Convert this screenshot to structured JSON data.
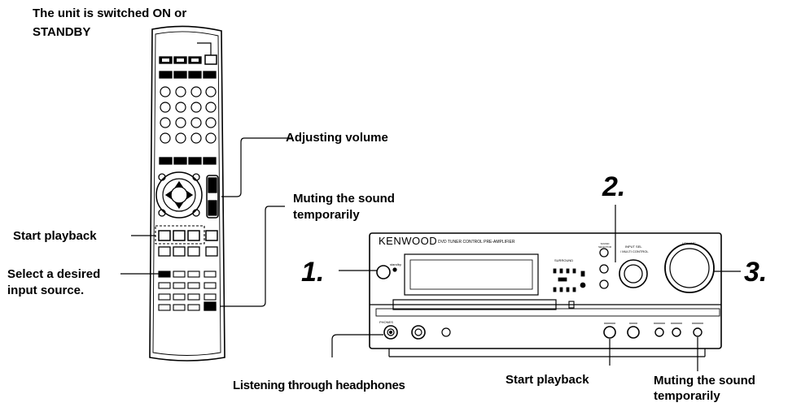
{
  "callouts": {
    "power_line1": "The unit is switched ON or",
    "power_line2": "STANDBY",
    "volume": "Adjusting volume",
    "mute_remote_line1": "Muting the sound",
    "mute_remote_line2": "temporarily",
    "play_remote": "Start playback",
    "input_line1": "Select a desired",
    "input_line2": "input source.",
    "headphones": "Listening through headphones",
    "play_unit": "Start playback",
    "mute_unit_line1": "Muting the sound",
    "mute_unit_line2": "temporarily"
  },
  "steps": {
    "step1": "1.",
    "step2": "2.",
    "step3": "3."
  },
  "front_panel": {
    "brand": "KENWOOD",
    "model": "DVD TUNER CONTROL PRE-AMPLIFIER",
    "input_sel": "INPUT SEL",
    "multi_control": "/ MULTI CONTROL",
    "volume": "VOLUME",
    "sound_selector": "SOUND SELECTOR",
    "standby": "standby",
    "phones": "PHONES",
    "surround": "SURROUND"
  }
}
